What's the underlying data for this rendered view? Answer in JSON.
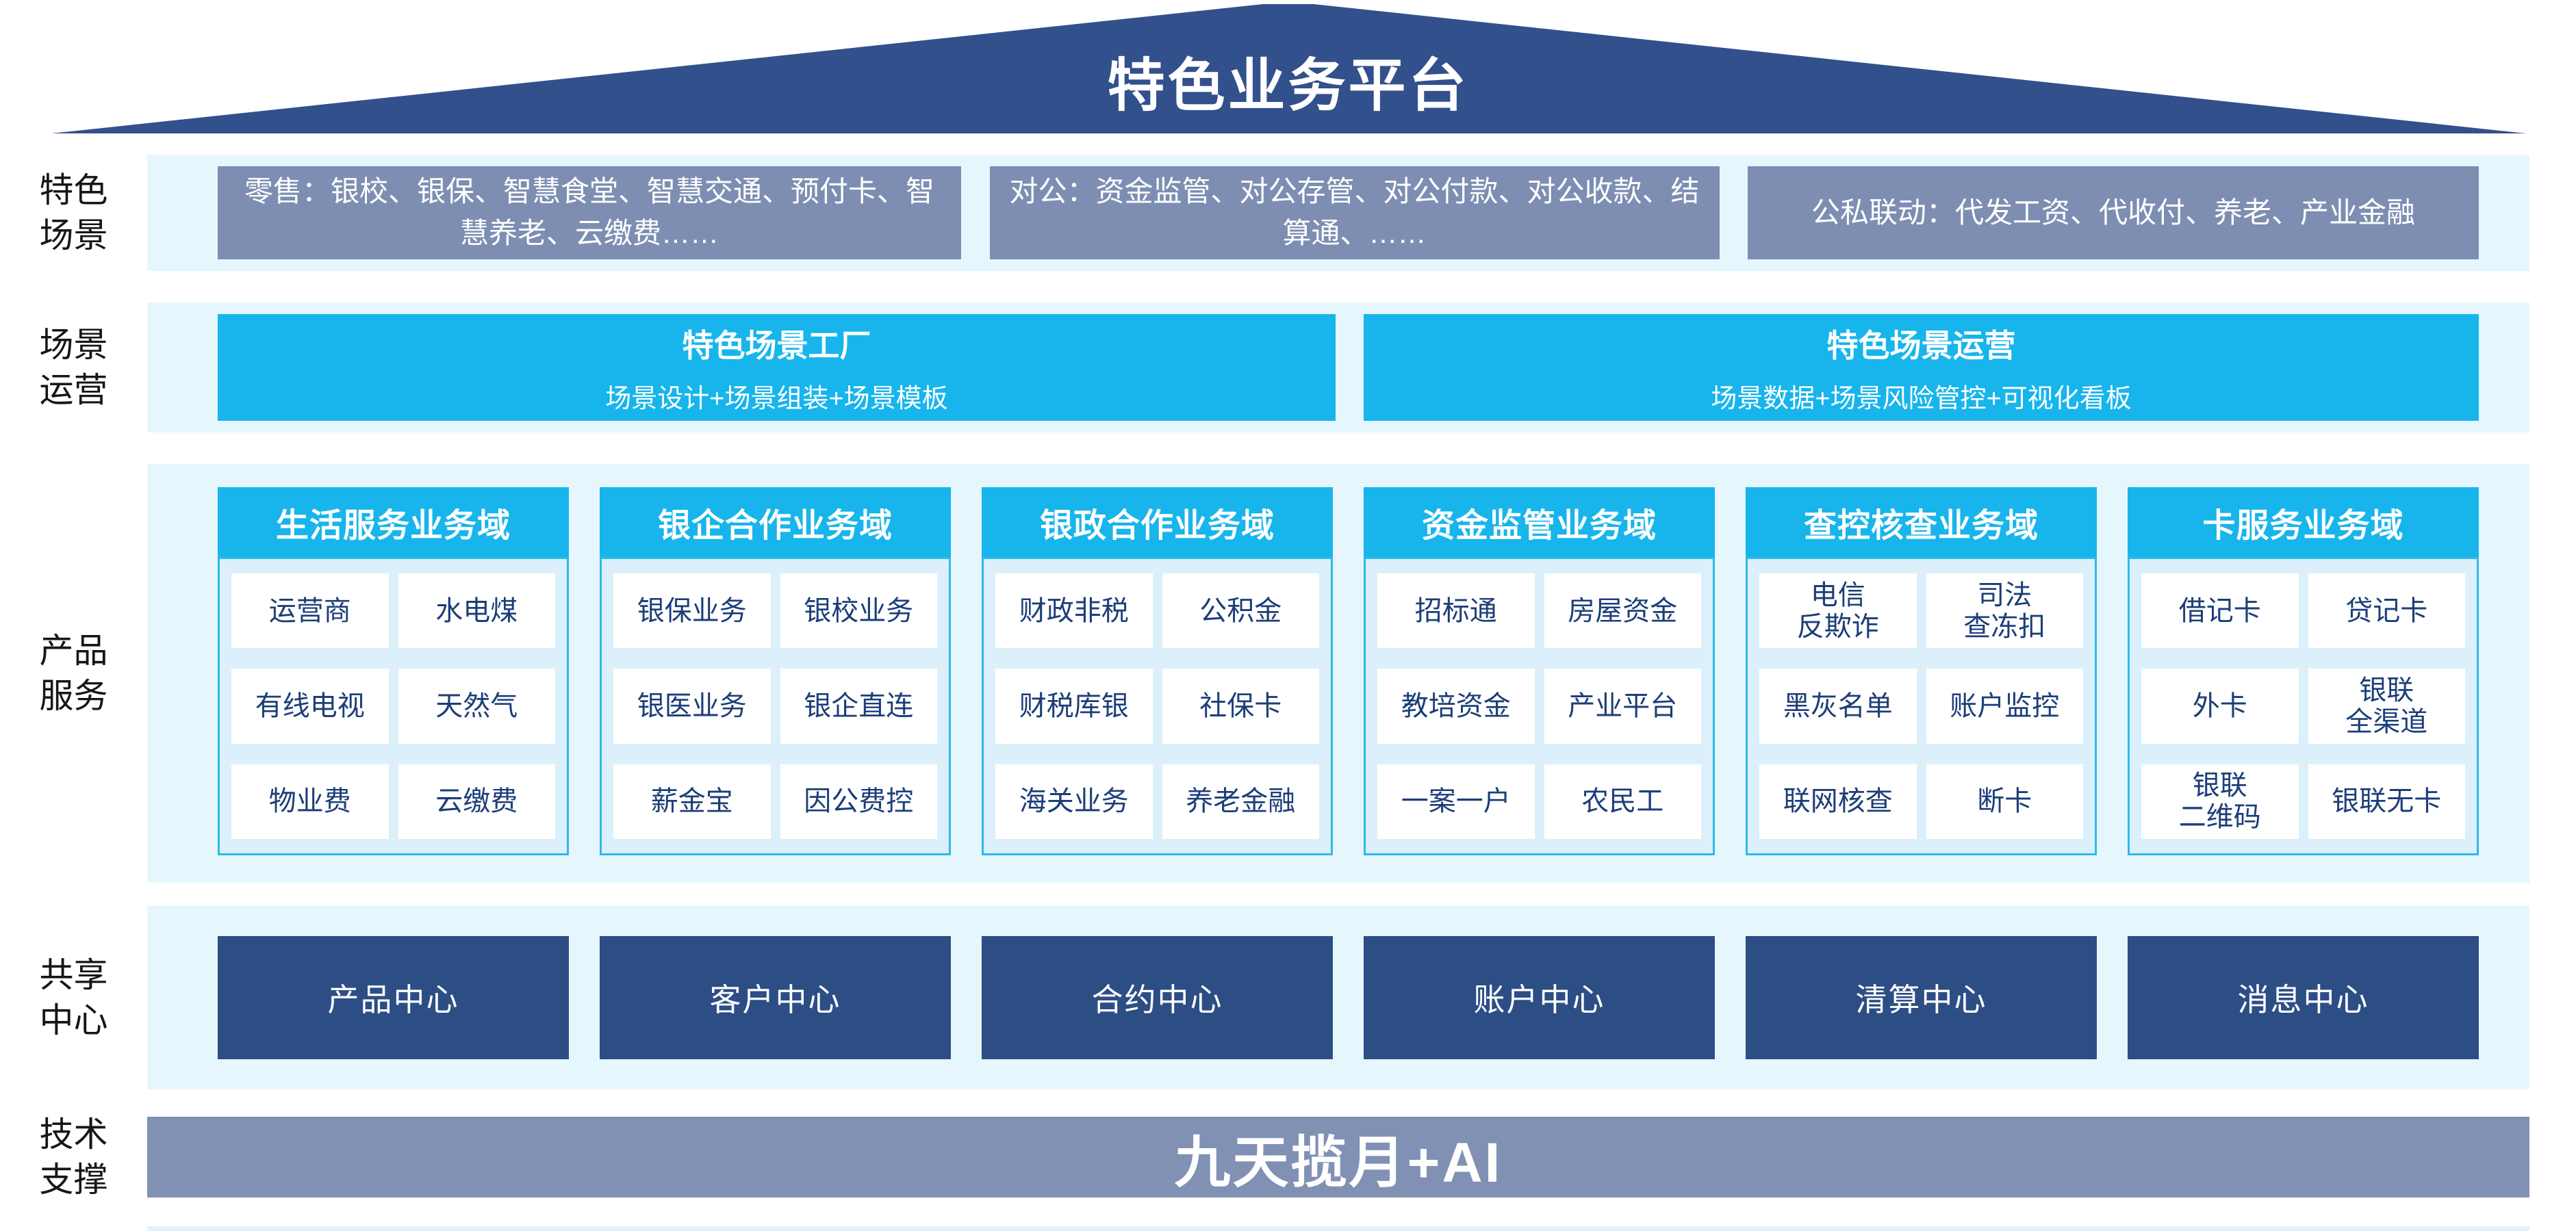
{
  "palette": {
    "roof_navy": "#32508c",
    "band_light_blue": "#e6f6fd",
    "slate_gray_blue": "#7d8eb2",
    "cyan": "#17b5ec",
    "column_body_blue": "#dbf0fa",
    "column_border_cyan": "#2fb9e9",
    "item_text_navy": "#1c3e78",
    "center_box_navy": "#2d4e85",
    "tech_bar_slate": "#8191b4",
    "white": "#ffffff",
    "label_black": "#161616"
  },
  "roof": {
    "title": "特色业务平台"
  },
  "side_labels": [
    "特色\n场景",
    "场景\n运营",
    "产品\n服务",
    "共享\n中心",
    "技术\n支撑"
  ],
  "scenario_row": {
    "boxes": [
      "零售：银校、银保、智慧食堂、智慧交通、预付卡、智慧养老、云缴费……",
      "对公：资金监管、对公存管、对公付款、对公收款、结算通、……",
      "公私联动：代发工资、代收付、养老、产业金融"
    ]
  },
  "operation_row": {
    "boxes": [
      {
        "title": "特色场景工厂",
        "subtitle": "场景设计+场景组装+场景模板"
      },
      {
        "title": "特色场景运营",
        "subtitle": "场景数据+场景风险管控+可视化看板"
      }
    ]
  },
  "product_domains": [
    {
      "title": "生活服务业务域",
      "items": [
        "运营商",
        "水电煤",
        "有线电视",
        "天然气",
        "物业费",
        "云缴费"
      ]
    },
    {
      "title": "银企合作业务域",
      "items": [
        "银保业务",
        "银校业务",
        "银医业务",
        "银企直连",
        "薪金宝",
        "因公费控"
      ]
    },
    {
      "title": "银政合作业务域",
      "items": [
        "财政非税",
        "公积金",
        "财税库银",
        "社保卡",
        "海关业务",
        "养老金融"
      ]
    },
    {
      "title": "资金监管业务域",
      "items": [
        "招标通",
        "房屋资金",
        "教培资金",
        "产业平台",
        "一案一户",
        "农民工"
      ]
    },
    {
      "title": "查控核查业务域",
      "items": [
        "电信\n反欺诈",
        "司法\n查冻扣",
        "黑灰名单",
        "账户监控",
        "联网核查",
        "断卡"
      ]
    },
    {
      "title": "卡服务业务域",
      "items": [
        "借记卡",
        "贷记卡",
        "外卡",
        "银联\n全渠道",
        "银联\n二维码",
        "银联无卡"
      ]
    }
  ],
  "shared_centers": [
    "产品中心",
    "客户中心",
    "合约中心",
    "账户中心",
    "清算中心",
    "消息中心"
  ],
  "tech_support": {
    "label": "九天揽月+AI"
  }
}
